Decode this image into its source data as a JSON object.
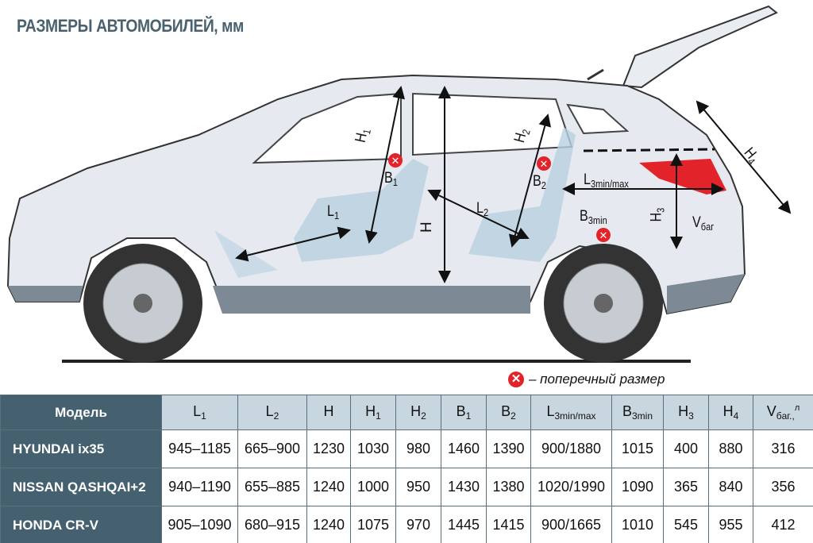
{
  "title": "РАЗМЕРЫ АВТОМОБИЛЕЙ, мм",
  "diagram_labels": {
    "H1": {
      "base": "H",
      "sub": "1"
    },
    "B1": {
      "base": "B",
      "sub": "1"
    },
    "L1": {
      "base": "L",
      "sub": "1"
    },
    "L2": {
      "base": "L",
      "sub": "2"
    },
    "H": {
      "base": "H",
      "sub": ""
    },
    "H2": {
      "base": "H",
      "sub": "2"
    },
    "B2": {
      "base": "B",
      "sub": "2"
    },
    "L3": {
      "base": "L",
      "sub": "3min/max"
    },
    "B3": {
      "base": "B",
      "sub": "3min"
    },
    "H3": {
      "base": "H",
      "sub": "3"
    },
    "V": {
      "base": "V",
      "sub": "бaг"
    },
    "H4": {
      "base": "H",
      "sub": "4"
    }
  },
  "legend": {
    "icon": "cross-circle-icon",
    "text": "– поперечный  размер",
    "color": "#e2232a"
  },
  "table": {
    "header_model": "Модель",
    "columns": [
      {
        "base": "L",
        "sub": "1"
      },
      {
        "base": "L",
        "sub": "2"
      },
      {
        "base": "H",
        "sub": ""
      },
      {
        "base": "H",
        "sub": "1"
      },
      {
        "base": "H",
        "sub": "2"
      },
      {
        "base": "B",
        "sub": "1"
      },
      {
        "base": "B",
        "sub": "2"
      },
      {
        "base": "L",
        "sub": "3min/max"
      },
      {
        "base": "B",
        "sub": "3min"
      },
      {
        "base": "H",
        "sub": "3"
      },
      {
        "base": "H",
        "sub": "4"
      },
      {
        "base": "V",
        "sub": "бaг.,",
        "unit": "л"
      }
    ],
    "rows": [
      {
        "model": "HYUNDAI ix35",
        "values": [
          "945–1185",
          "665–900",
          "1230",
          "1030",
          "980",
          "1460",
          "1390",
          "900/1880",
          "1015",
          "400",
          "880",
          "316"
        ]
      },
      {
        "model": "NISSAN QASHQAI+2",
        "values": [
          "940–1190",
          "655–885",
          "1240",
          "1000",
          "950",
          "1430",
          "1380",
          "1020/1990",
          "1090",
          "365",
          "840",
          "356"
        ]
      },
      {
        "model": "HONDA CR-V",
        "values": [
          "905–1090",
          "680–915",
          "1240",
          "1075",
          "970",
          "1445",
          "1415",
          "900/1665",
          "1010",
          "545",
          "955",
          "412"
        ]
      }
    ]
  }
}
